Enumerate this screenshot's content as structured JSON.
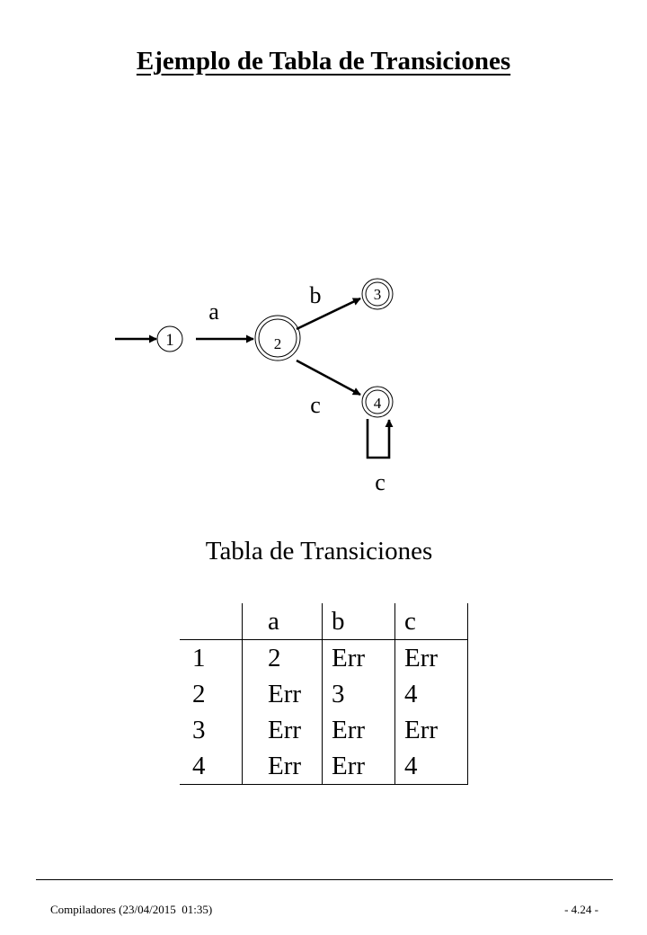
{
  "title": "Ejemplo de Tabla de Transiciones",
  "diagram": {
    "states": [
      {
        "id": "1",
        "label": "1",
        "accepting": false
      },
      {
        "id": "2",
        "label": "2",
        "accepting": true
      },
      {
        "id": "3",
        "label": "3",
        "accepting": true
      },
      {
        "id": "4",
        "label": "4",
        "accepting": true
      }
    ],
    "transitions": [
      {
        "from": "start",
        "to": "1",
        "label": ""
      },
      {
        "from": "1",
        "to": "2",
        "label": "a"
      },
      {
        "from": "2",
        "to": "3",
        "label": "b"
      },
      {
        "from": "2",
        "to": "4",
        "label": "c"
      },
      {
        "from": "4",
        "to": "4",
        "label": "c"
      }
    ]
  },
  "table": {
    "caption": "Tabla de Transiciones",
    "columns": [
      "",
      "a",
      "b",
      "c"
    ],
    "rows": [
      [
        "1",
        "2",
        "Err",
        "Err"
      ],
      [
        "2",
        "Err",
        "3",
        "4"
      ],
      [
        "3",
        "Err",
        "Err",
        "Err"
      ],
      [
        "4",
        "Err",
        "Err",
        "4"
      ]
    ]
  },
  "footer": {
    "left": "Compiladores (23/04/2015  01:35)",
    "right": "- 4.24 -"
  }
}
